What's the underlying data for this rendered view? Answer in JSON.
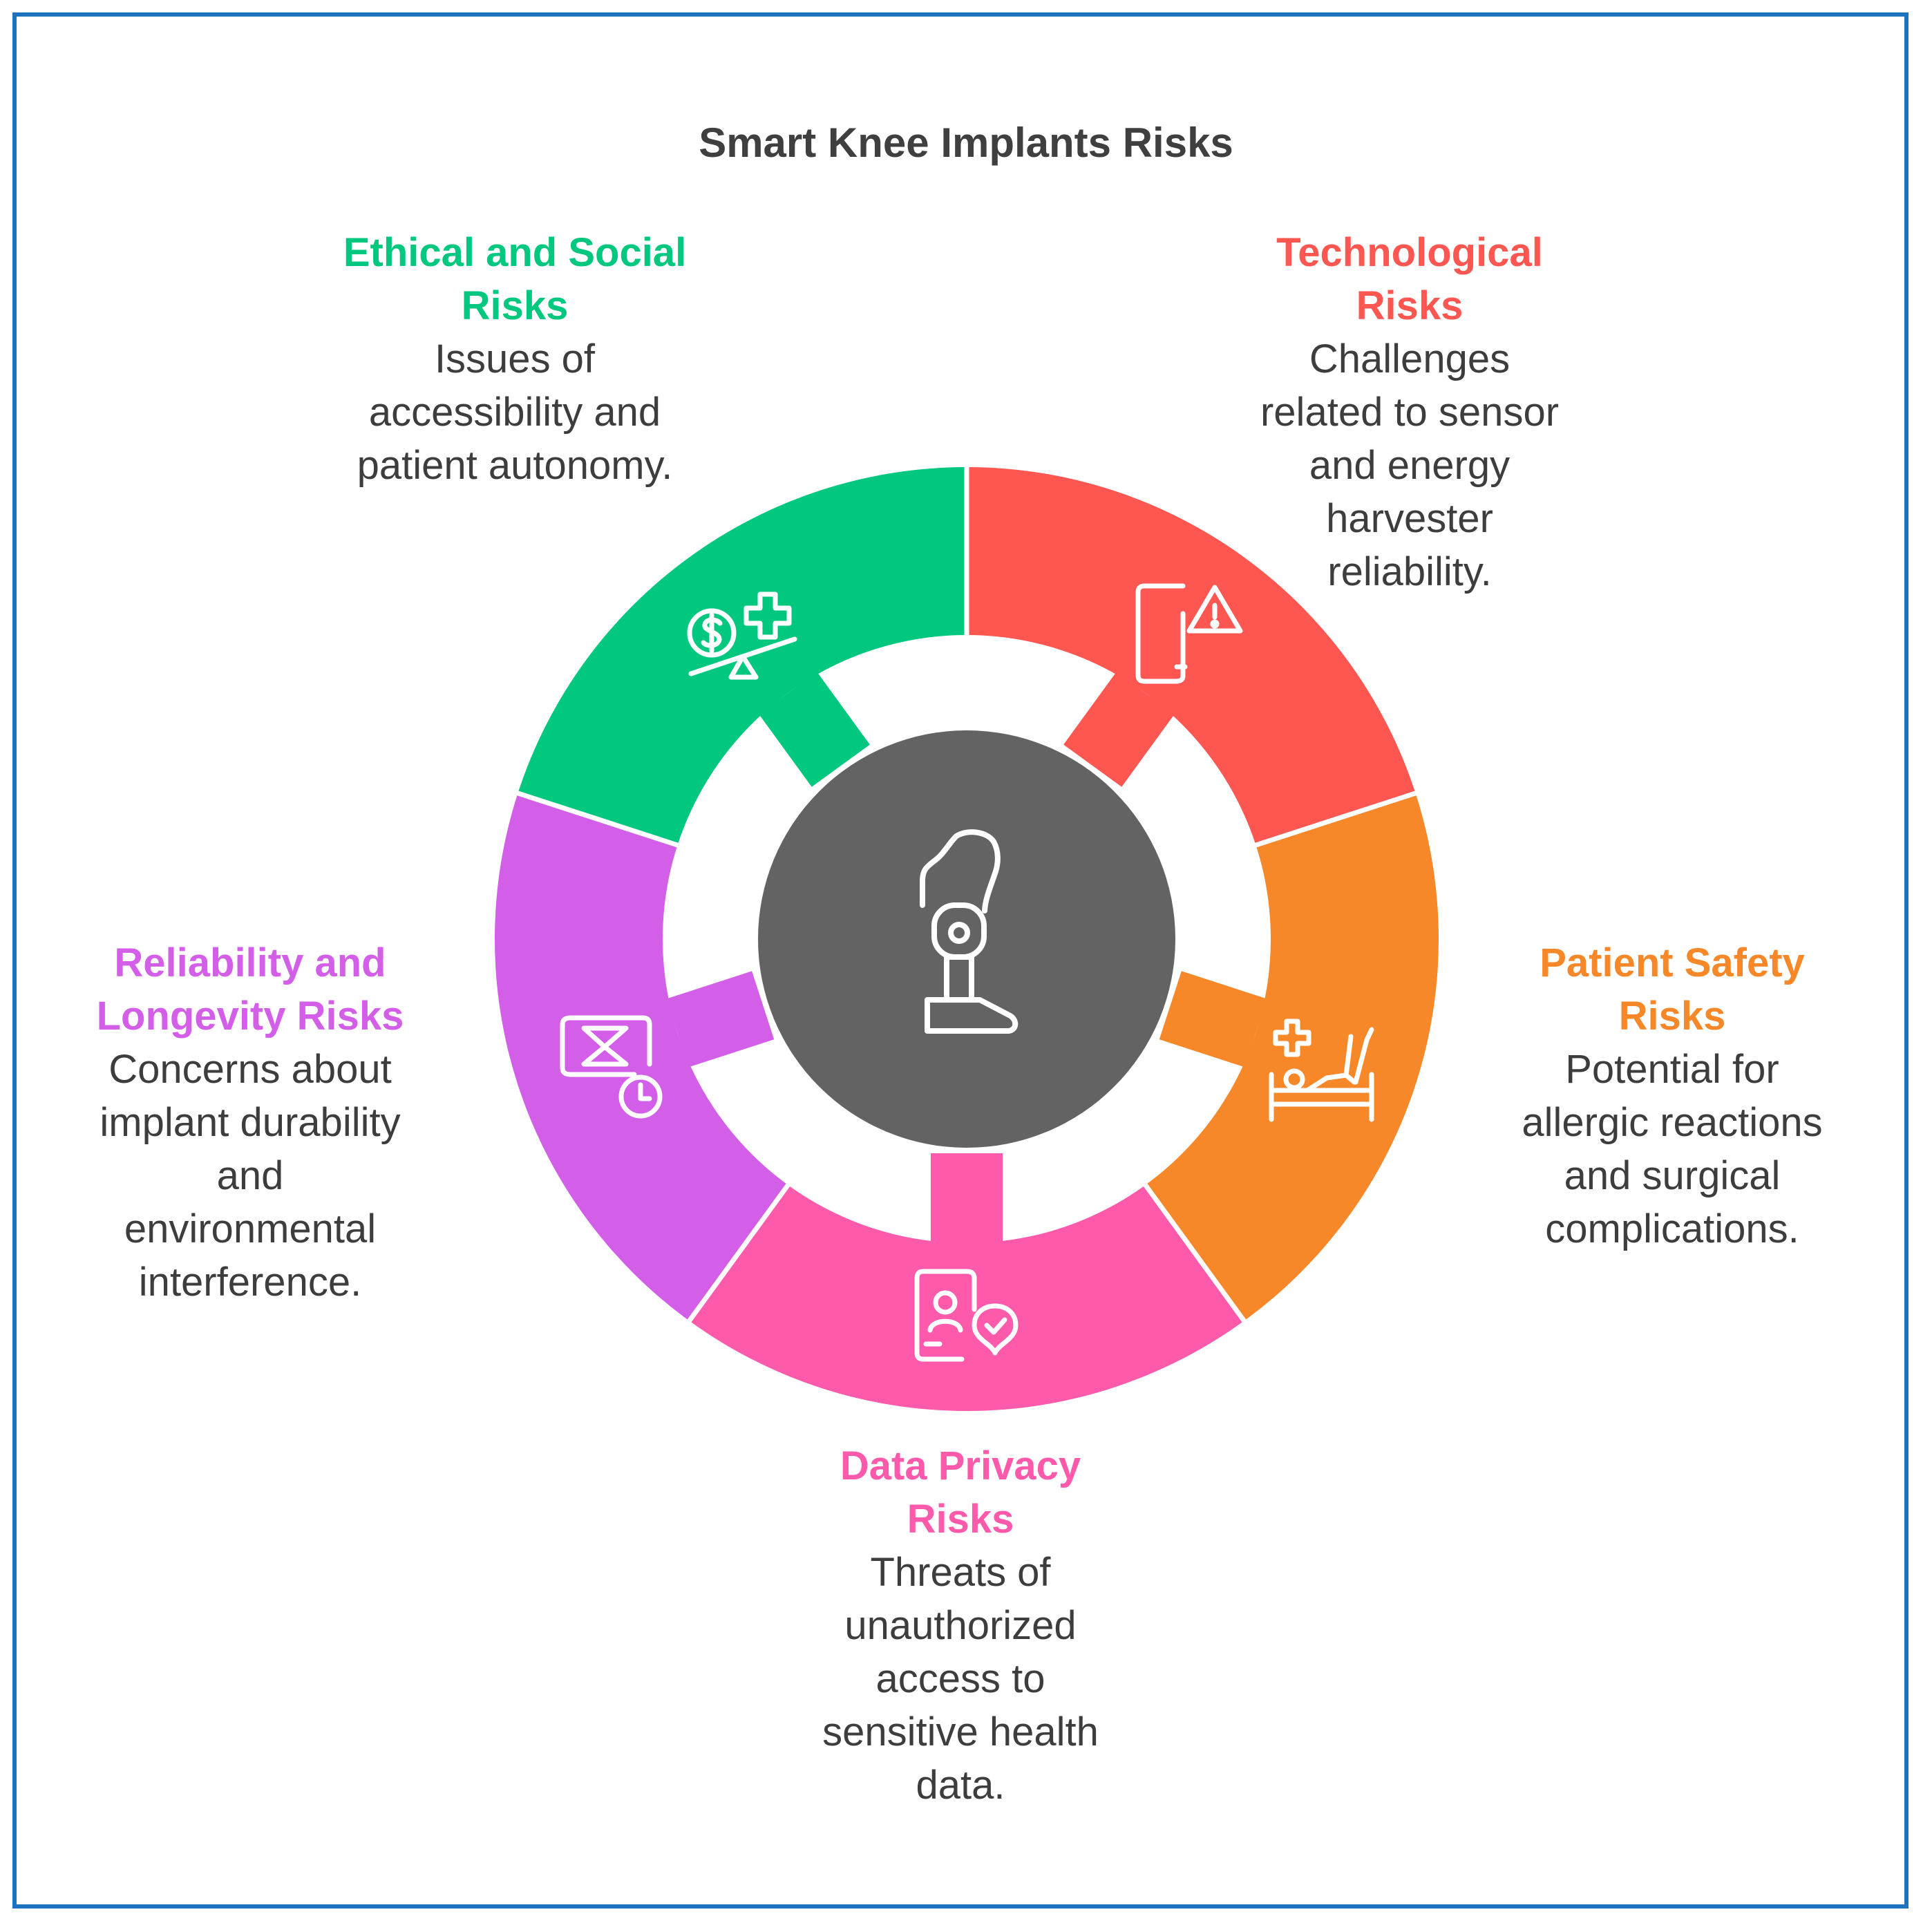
{
  "title": "Smart Knee Implants Risks",
  "colors": {
    "border": "#1e73be",
    "technological": "#fe5651",
    "patient_safety": "#f7882a",
    "data_privacy": "#fe5aab",
    "reliability": "#d35ee8",
    "ethical": "#02c87f",
    "center": "#636363"
  },
  "segments": {
    "ethical": {
      "heading_lines": [
        "Ethical and Social",
        "Risks"
      ],
      "description_lines": [
        "Issues of",
        "accessibility and",
        "patient autonomy."
      ],
      "icon": "scale-money-health-icon"
    },
    "technological": {
      "heading_lines": [
        "Technological",
        "Risks"
      ],
      "description_lines": [
        "Challenges",
        "related to sensor",
        "and energy",
        "harvester",
        "reliability."
      ],
      "icon": "tablet-warning-icon"
    },
    "patient_safety": {
      "heading_lines": [
        "Patient Safety",
        "Risks"
      ],
      "description_lines": [
        "Potential for",
        "allergic reactions",
        "and surgical",
        "complications."
      ],
      "icon": "patient-bed-icon"
    },
    "data_privacy": {
      "heading_lines": [
        "Data Privacy",
        "Risks"
      ],
      "description_lines": [
        "Threats of",
        "unauthorized",
        "access to",
        "sensitive health",
        "data."
      ],
      "icon": "id-card-shield-icon"
    },
    "reliability": {
      "heading_lines": [
        "Reliability and",
        "Longevity Risks"
      ],
      "description_lines": [
        "Concerns about",
        "implant durability",
        "and",
        "environmental",
        "interference."
      ],
      "icon": "hourglass-clock-icon"
    }
  },
  "center_icon": "prosthetic-leg-icon"
}
